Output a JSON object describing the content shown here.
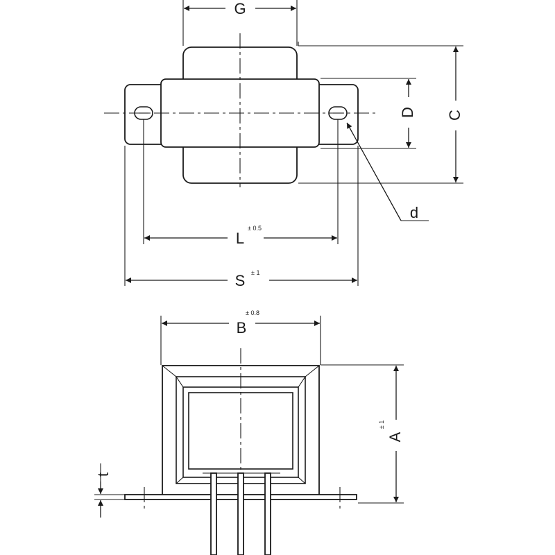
{
  "top_view": {
    "label_G": "G",
    "label_C": "C",
    "label_D": "D",
    "label_d": "d",
    "label_L": "L",
    "tol_L": "± 0.5",
    "label_S": "S",
    "tol_S": "± 1"
  },
  "front_view": {
    "label_B": "B",
    "tol_B": "± 0.8",
    "label_A": "A",
    "tol_A": "± 1",
    "label_t": "t"
  }
}
